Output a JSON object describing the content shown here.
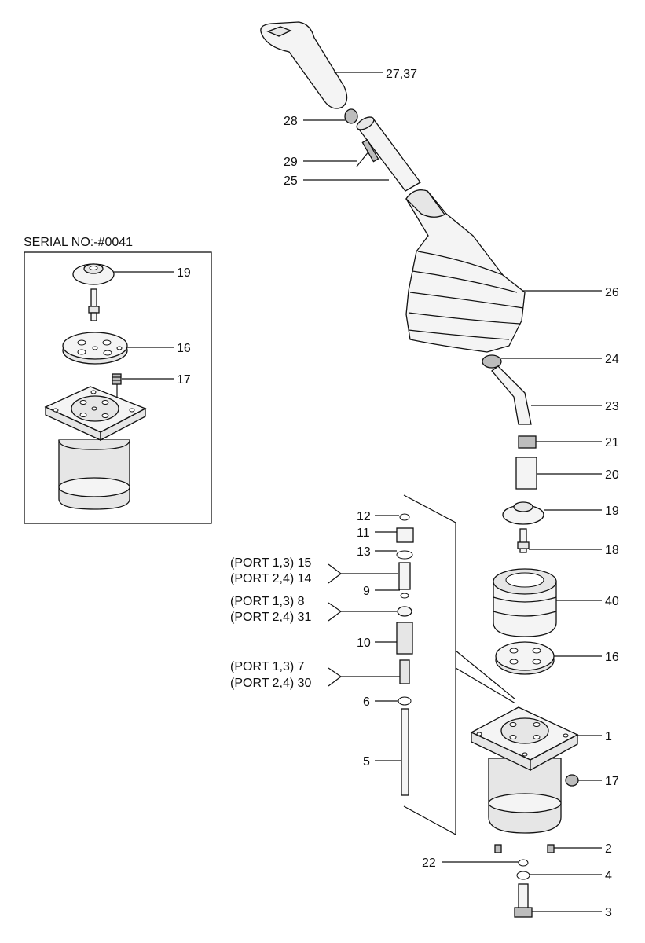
{
  "serial_box": {
    "title": "SERIAL NO:-#0041",
    "labels": {
      "p19": "19",
      "p16": "16",
      "p17": "17"
    }
  },
  "main_labels": {
    "p27_37": "27,37",
    "p28": "28",
    "p29": "29",
    "p25": "25",
    "p26": "26",
    "p24": "24",
    "p23": "23",
    "p21": "21",
    "p20": "20",
    "p19": "19",
    "p18": "18",
    "p40": "40",
    "p16": "16",
    "p1": "1",
    "p17": "17",
    "p2": "2",
    "p22": "22",
    "p4": "4",
    "p3": "3"
  },
  "spool_labels": {
    "p12": "12",
    "p11": "11",
    "p13": "13",
    "p15_port": "(PORT 1,3) 15",
    "p14_port": "(PORT 2,4) 14",
    "p9": "9",
    "p8_port": "(PORT 1,3) 8",
    "p31_port": "(PORT 2,4) 31",
    "p10": "10",
    "p7_port": "(PORT 1,3) 7",
    "p30_port": "(PORT 2,4) 30",
    "p6": "6",
    "p5": "5"
  }
}
